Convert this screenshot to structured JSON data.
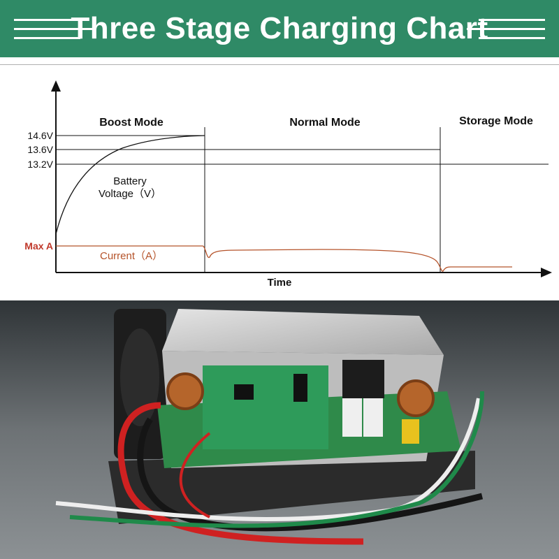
{
  "header": {
    "title": "Three Stage Charging Chart",
    "background_color": "#2f8a66"
  },
  "chart_data": {
    "type": "line",
    "xlabel": "Time",
    "modes": [
      "Boost Mode",
      "Normal Mode",
      "Storage Mode"
    ],
    "voltage_levels": [
      "14.6V",
      "13.6V",
      "13.2V"
    ],
    "current_level_label": "Max A",
    "series": [
      {
        "name": "Battery Voltage（V）",
        "label_line1": "Battery",
        "label_line2": "Voltage（V）",
        "color": "#111111"
      },
      {
        "name": "Current（A）",
        "color": "#b5532a"
      }
    ],
    "grid": false,
    "accent_color": "#c0392b"
  },
  "photo": {
    "icon": "battery-charger-photo"
  }
}
